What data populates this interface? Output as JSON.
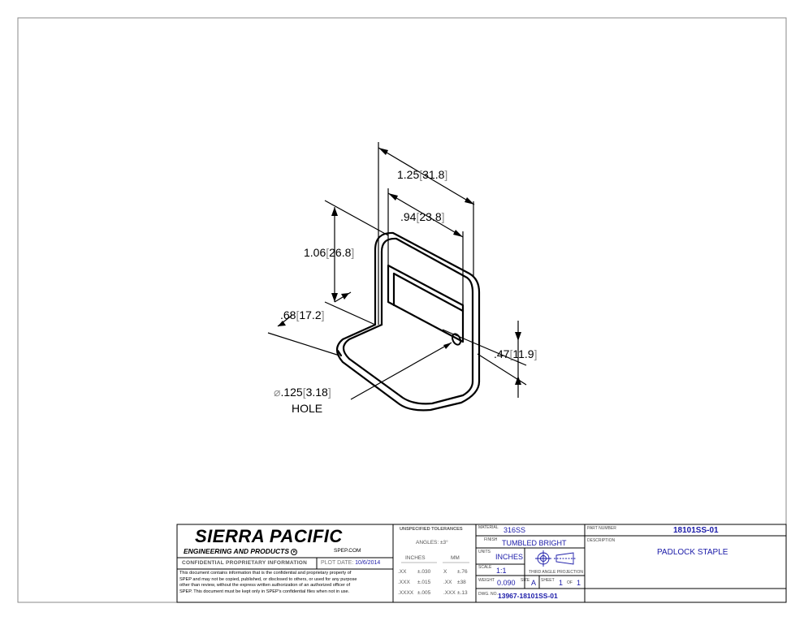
{
  "drawing": {
    "dimensions": {
      "overall_width": {
        "inch": "1.25",
        "mm": "31.8"
      },
      "opening_width": {
        "inch": ".94",
        "mm": "23.8"
      },
      "height": {
        "inch": "1.06",
        "mm": "26.8"
      },
      "depth": {
        "inch": ".68",
        "mm": "17.2"
      },
      "hole_offset": {
        "inch": ".47",
        "mm": "11.9"
      },
      "hole": {
        "symbol": "⌀",
        "inch": ".125",
        "mm": "3.18",
        "note": "HOLE"
      }
    }
  },
  "title_block": {
    "company": "SIERRA PACIFIC",
    "company_sub": "ENGINEERING AND PRODUCTS",
    "registered_mark": "R",
    "website": "SPEP.COM",
    "confidential_label": "CONFIDENTIAL PROPRIETARY INFORMATION",
    "plot_date_label": "PLOT DATE:",
    "plot_date": "10/6/2014",
    "notice_lines": [
      "This document contains information that is the confidential and proprietary property of",
      "SPEP and may not be copied, published, or disclosed to others, or used for any purpose",
      "other than review, without the express written authorization of an authorized officer of",
      "SPEP. This document must be kept only in SPEP's confidential files when not in use."
    ],
    "tolerances": {
      "heading": "UNSPECIFIED TOLERANCES",
      "angles": "ANGLES: ±3°",
      "inches_header": "INCHES",
      "mm_header": "MM",
      "rows": [
        {
          "in_fmt": ".XX",
          "in_tol": "±.030",
          "mm_fmt": "X",
          "mm_tol": "±.76"
        },
        {
          "in_fmt": ".XXX",
          "in_tol": "±.015",
          "mm_fmt": ".XX",
          "mm_tol": "±38"
        },
        {
          "in_fmt": ".XXXX",
          "in_tol": "±.005",
          "mm_fmt": ".XXX",
          "mm_tol": "±.13"
        }
      ]
    },
    "material_label": "MATERIAL",
    "material": "316SS",
    "finish_label": "FINISH",
    "finish": "TUMBLED BRIGHT",
    "units_label": "UNITS",
    "units": "INCHES",
    "scale_label": "SCALE",
    "scale": "1:1",
    "projection_label": "THIRD ANGLE PROJECTION",
    "weight_label": "WEIGHT",
    "weight": "0.090",
    "size_label": "SIZE",
    "size": "A",
    "sheet_label": "SHEET",
    "sheet": "1",
    "of_label": "OF",
    "sheet_total": "1",
    "dwg_label": "DWG. NO.",
    "dwg_no": "13967-18101SS-01",
    "part_number_label": "PART NUMBER",
    "part_number": "18101SS-01",
    "description_label": "DESCRIPTION",
    "description": "PADLOCK STAPLE"
  }
}
